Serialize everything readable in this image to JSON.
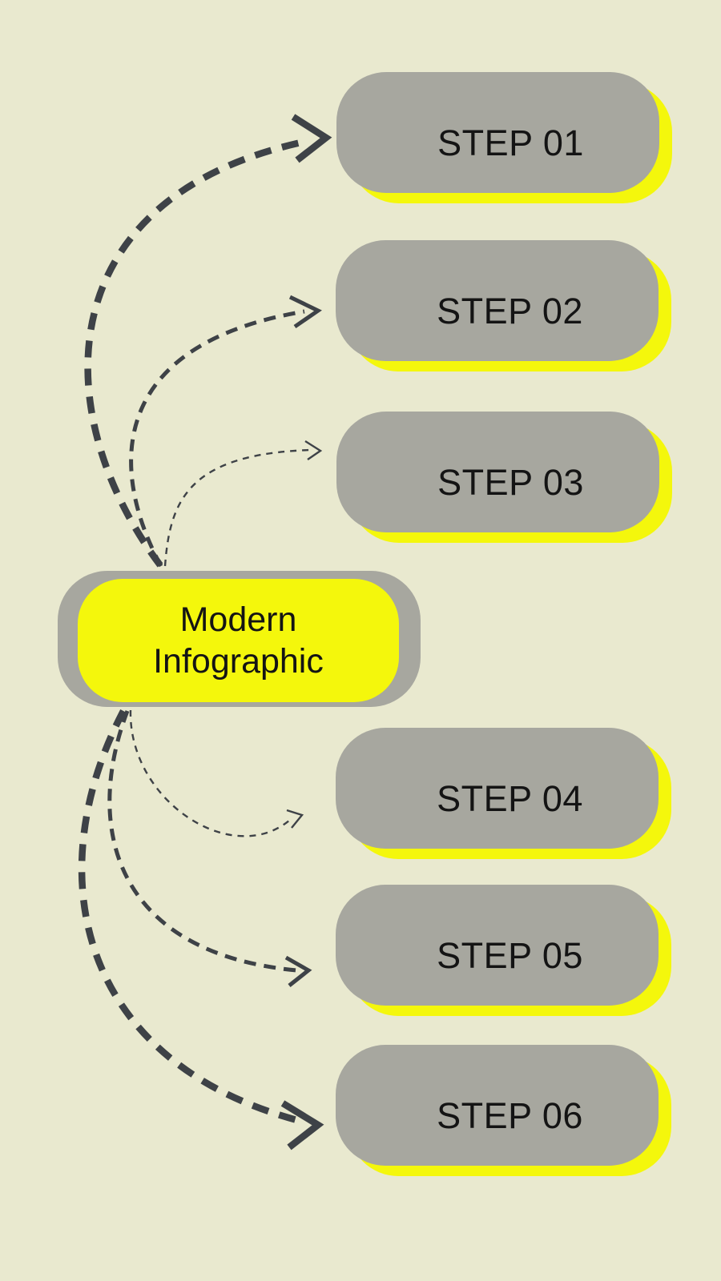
{
  "title": "Modern Infographic",
  "center": {
    "line1": "Modern",
    "line2": "Infographic"
  },
  "steps": [
    {
      "label": "STEP 01"
    },
    {
      "label": "STEP 02"
    },
    {
      "label": "STEP 03"
    },
    {
      "label": "STEP 04"
    },
    {
      "label": "STEP 05"
    },
    {
      "label": "STEP 06"
    }
  ],
  "icons": {
    "connector": "dashed-curved-arrow",
    "arrowhead": "open-chevron"
  },
  "colors": {
    "bg": "#e9e9cf",
    "yellow": "#f4f70c",
    "gray": "#a7a79f",
    "arrow": "#3e4247",
    "text": "#141414"
  }
}
